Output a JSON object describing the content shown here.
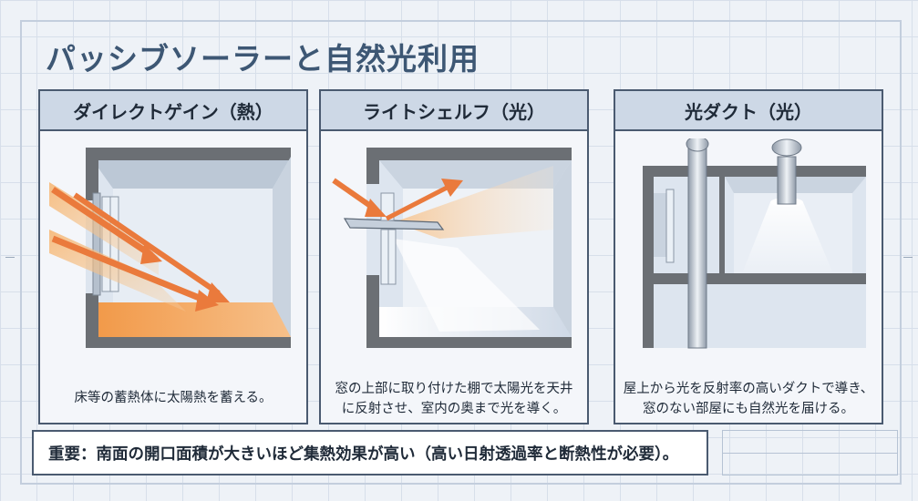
{
  "title": "パッシブソーラーと自然光利用",
  "panels": [
    {
      "heading": "ダイレクトゲイン（熱）",
      "caption_lines": [
        "床等の蓄熱体に太陽熱を蓄える。"
      ],
      "icon": "sun-heat-room-illustration"
    },
    {
      "heading": "ライトシェルフ（光）",
      "caption_lines": [
        "窓の上部に取り付けた棚で太陽光を天井",
        "に反射させ、室内の奥まで光を導く。"
      ],
      "icon": "light-shelf-room-illustration"
    },
    {
      "heading": "光ダクト（光）",
      "caption_lines": [
        "屋上から光を反射率の高いダクトで導き、",
        "窓のない部屋にも自然光を届ける。"
      ],
      "icon": "light-duct-building-illustration"
    }
  ],
  "note": "重要：南面の開口面積が大きいほど集熱効果が高い（高い日射透過率と断熱性が必要）。",
  "colors": {
    "title": "#3d5774",
    "panel_border": "#4a5a70",
    "panel_header": "#cdd8e6",
    "heat": "#f08a3c",
    "concrete": "#6b6f74"
  }
}
